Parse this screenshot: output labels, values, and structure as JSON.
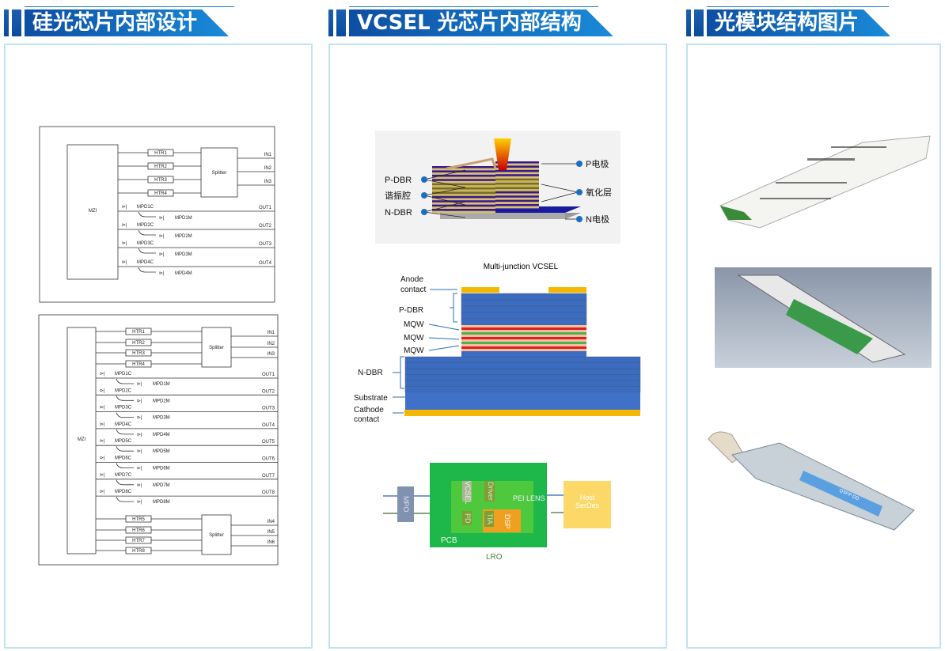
{
  "sections": [
    {
      "title": "硅光芯片内部设计"
    },
    {
      "title": "VCSEL 光芯片内部结构"
    },
    {
      "title": "光模块结构图片"
    }
  ],
  "schematic_a": {
    "mzi": "MZI",
    "splitter": "Splitter",
    "htr": [
      "HTR1",
      "HTR2",
      "HTR3",
      "HTR4"
    ],
    "in": [
      "IN1",
      "IN2",
      "IN3"
    ],
    "mpd": [
      {
        "c": "MPD1C",
        "m": "MPD1M",
        "out": "OUT1"
      },
      {
        "c": "MPD2C",
        "m": "MPD2M",
        "out": "OUT2"
      },
      {
        "c": "MPD3C",
        "m": "MPD3M",
        "out": "OUT3"
      },
      {
        "c": "MPD4C",
        "m": "MPD4M",
        "out": "OUT4"
      }
    ]
  },
  "schematic_b": {
    "mzi": "MZI",
    "splitter": "Splitter",
    "htr": [
      "HTR1",
      "HTR2",
      "HTR3",
      "HTR4"
    ],
    "in": [
      "IN1",
      "IN2",
      "IN3"
    ],
    "mpd": [
      {
        "c": "MPD1C",
        "m": "MPD1M",
        "out": "OUT1"
      },
      {
        "c": "MPD2C",
        "m": "MPD2M",
        "out": "OUT2"
      },
      {
        "c": "MPD3C",
        "m": "MPD3M",
        "out": "OUT3"
      },
      {
        "c": "MPD4C",
        "m": "MPD4M",
        "out": "OUT4"
      },
      {
        "c": "MPD5C",
        "m": "MPD5M",
        "out": "OUT5"
      },
      {
        "c": "MPD6C",
        "m": "MPD6M",
        "out": "OUT6"
      },
      {
        "c": "MPD7C",
        "m": "MPD7M",
        "out": "OUT7"
      },
      {
        "c": "MPD8C",
        "m": "MPD8M",
        "out": "OUT8"
      }
    ],
    "splitter2": "Splitter",
    "htr2": [
      "HTR5",
      "HTR6",
      "HTR7",
      "HTR8"
    ],
    "in2": [
      "IN4",
      "IN5",
      "IN6"
    ]
  },
  "vcsel3d": {
    "left": [
      "P-DBR",
      "谐振腔",
      "N-DBR"
    ],
    "right": [
      "P电极",
      "氧化层",
      "N电极"
    ]
  },
  "multijunction": {
    "title": "Multi-junction VCSEL",
    "anode": [
      "Anode",
      "contact"
    ],
    "pdbr": "P-DBR",
    "mqw": [
      "MQW",
      "MQW",
      "MQW"
    ],
    "ndbr": "N-DBR",
    "substrate": "Substrate",
    "cathode": [
      "Cathode",
      "contact"
    ]
  },
  "lro": {
    "mpo": "MPO",
    "vcsel": "VCSEL",
    "driver": "Driver",
    "pei": "PEI LENS",
    "pd": "PD",
    "tia": "TIA",
    "dsp": "DSP",
    "pcb": "PCB",
    "host": [
      "Host",
      "SerDes"
    ],
    "caption": "LRO"
  },
  "module_label": "QSFP-DD"
}
